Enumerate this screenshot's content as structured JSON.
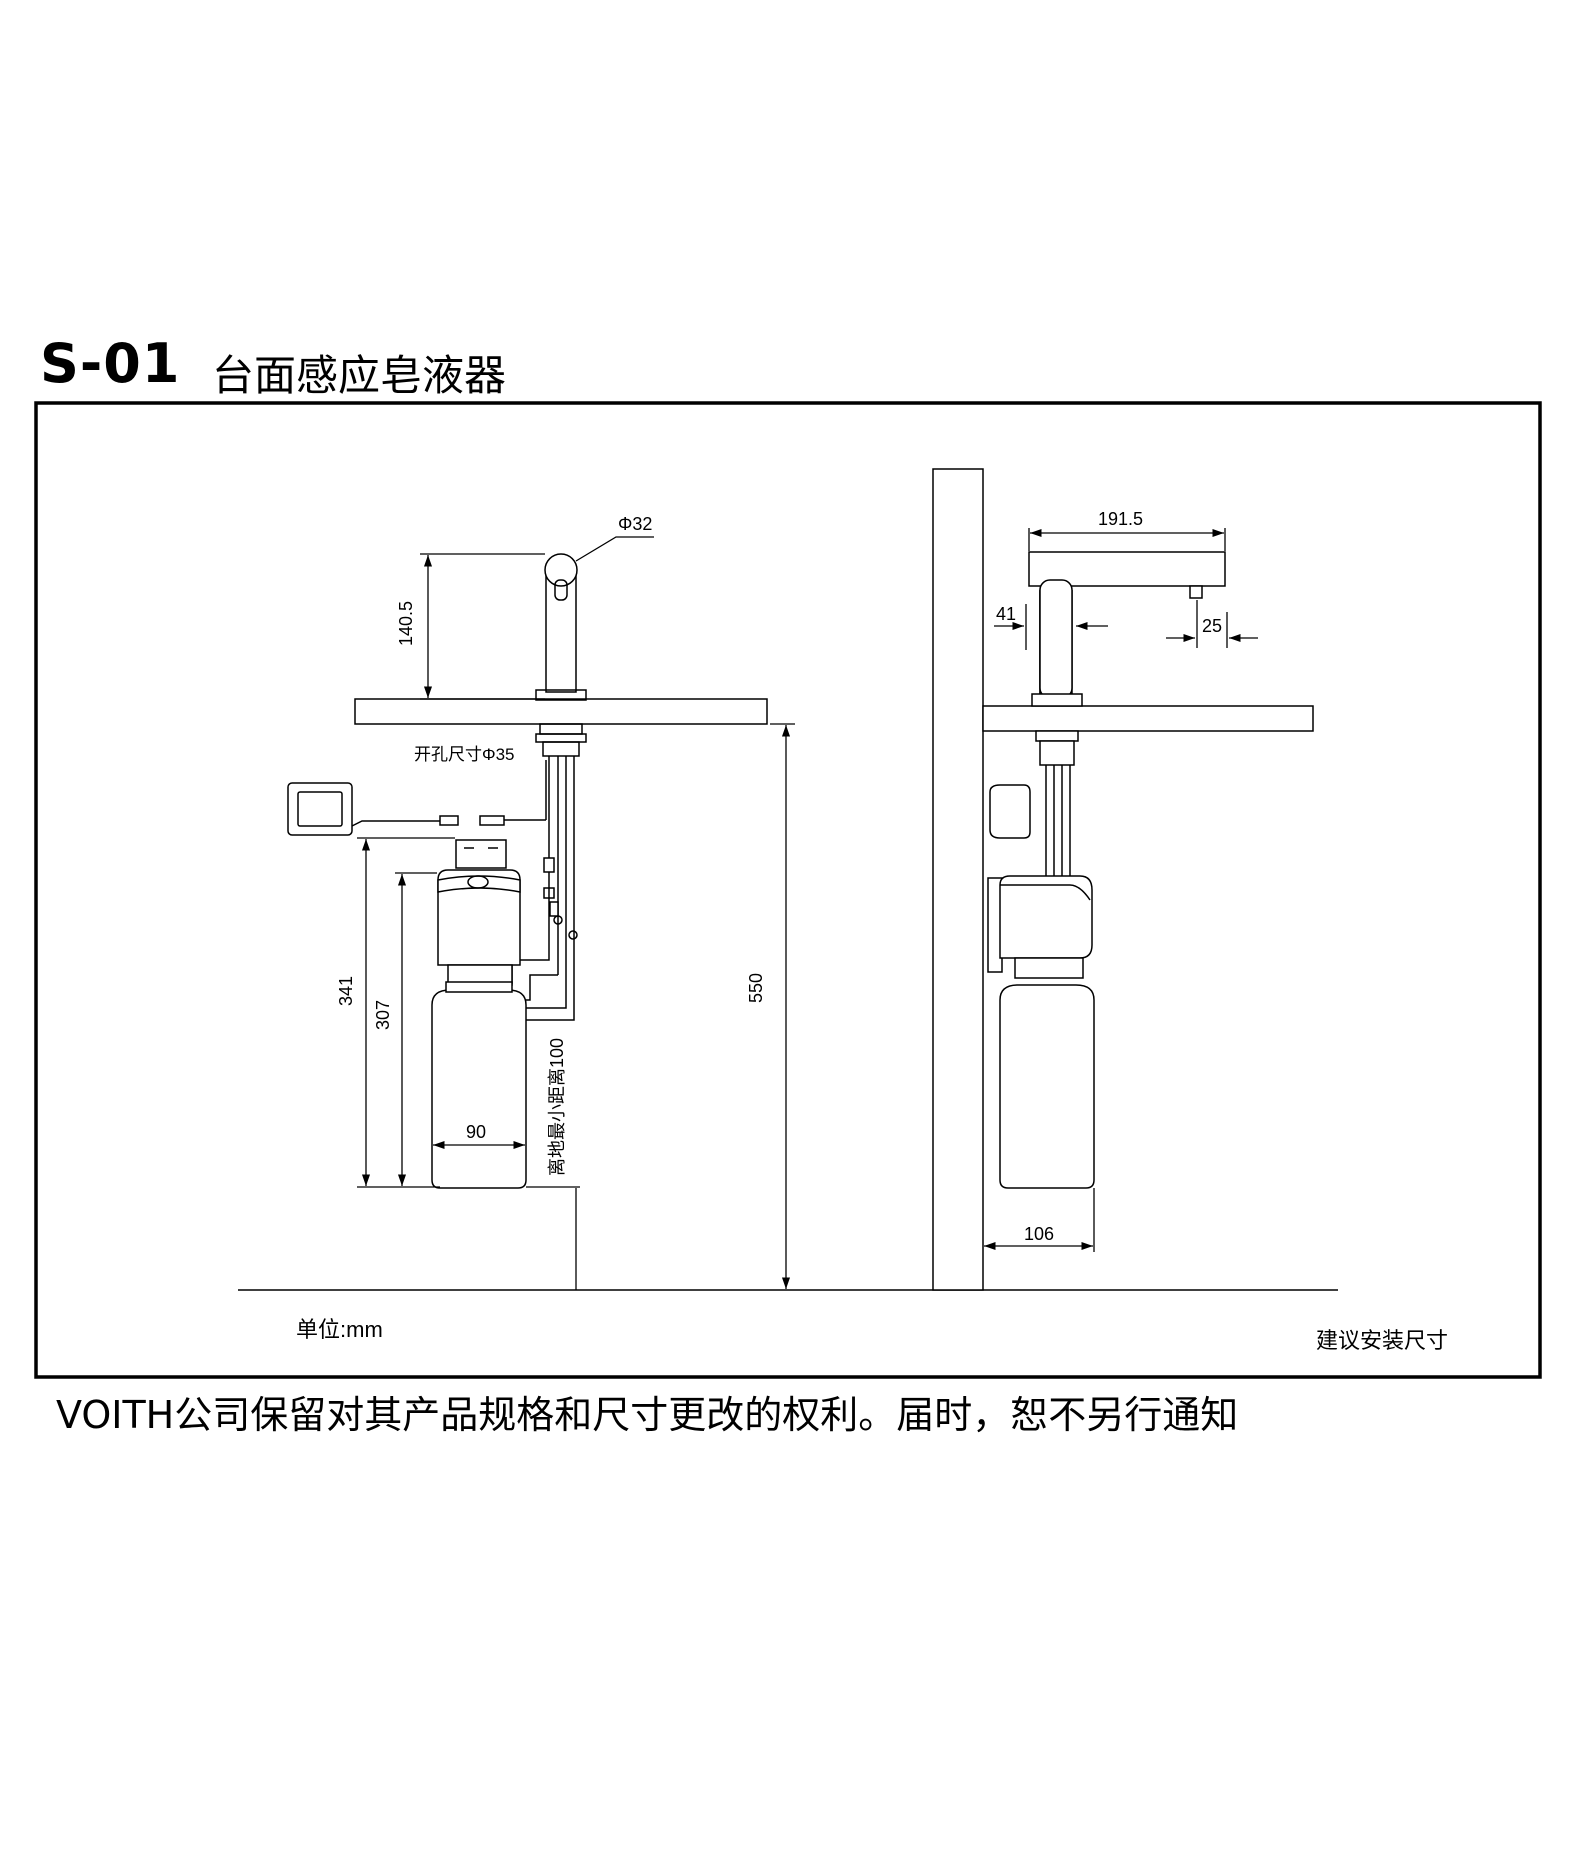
{
  "header": {
    "code": "S-01",
    "name": "台面感应皂液器"
  },
  "dimensions": {
    "spout_diameter": "Φ32",
    "spout_height": "140.5",
    "hole_size": "开孔尺寸Φ35",
    "height_341": "341",
    "height_307": "307",
    "height_550": "550",
    "bottle_width": "90",
    "floor_min_distance": "离地最小距离100",
    "spout_length": "191.5",
    "wall_offset": "41",
    "nozzle_width": "25",
    "bottle_depth": "106"
  },
  "labels": {
    "unit": "单位:mm",
    "recommended": "建议安装尺寸"
  },
  "footer": {
    "disclaimer": "VOITH公司保留对其产品规格和尺寸更改的权利。届时，恕不另行通知"
  }
}
